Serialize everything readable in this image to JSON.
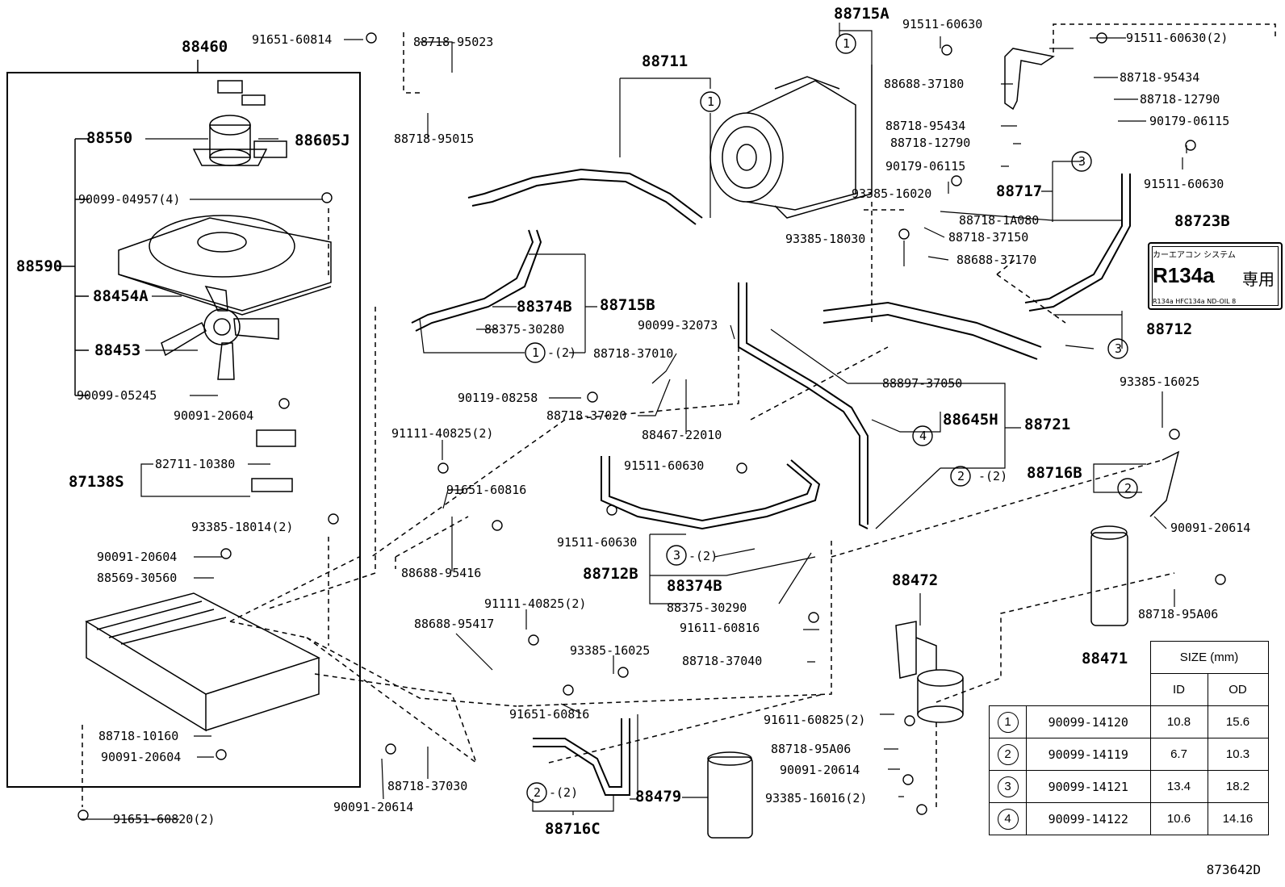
{
  "drawing_ref": "873642D",
  "label_tag": {
    "title": "カーエアコン システム",
    "refrigerant": "R134a",
    "note": "専用",
    "footer": "R134a HFC134a  ND-OIL 8"
  },
  "size_table": {
    "header": "SIZE (mm)",
    "col_id": "ID",
    "col_od": "OD",
    "rows": [
      {
        "mark": "1",
        "part": "90099-14120",
        "id": "10.8",
        "od": "15.6"
      },
      {
        "mark": "2",
        "part": "90099-14119",
        "id": "6.7",
        "od": "10.3"
      },
      {
        "mark": "3",
        "part": "90099-14121",
        "id": "13.4",
        "od": "18.2"
      },
      {
        "mark": "4",
        "part": "90099-14122",
        "id": "10.6",
        "od": "14.16"
      }
    ]
  },
  "labels": {
    "p88460": "88460",
    "p88550": "88550",
    "p88605J": "88605J",
    "p90099_04957": "90099-04957(4)",
    "p88590": "88590",
    "p88454A": "88454A",
    "p88453": "88453",
    "p90099_05245": "90099-05245",
    "p90091_20604a": "90091-20604",
    "p82711": "82711-10380",
    "p87138S": "87138S",
    "p93385_18014": "93385-18014(2)",
    "p90091_20604b": "90091-20604",
    "p88569": "88569-30560",
    "p88718_10160": "88718-10160",
    "p90091_20604c": "90091-20604",
    "p91651_60820": "91651-60820(2)",
    "p91651_60814": "91651-60814",
    "p88718_95023": "88718-95023",
    "p88718_95015": "88718-95015",
    "p88711": "88711",
    "p88374B_a": "88374B",
    "p88715B": "88715B",
    "p88375_30280": "88375-30280",
    "c1_2": "-(2)",
    "p88718_37010": "88718-37010",
    "p90099_32073": "90099-32073",
    "p90119": "90119-08258",
    "p88718_37020": "88718-37020",
    "p88467": "88467-22010",
    "p91111_a": "91111-40825(2)",
    "p91651_60816a": "91651-60816",
    "p88688_95416": "88688-95416",
    "p91511_60630a": "91511-60630",
    "p91511_60630b": "91511-60630",
    "p88712B": "88712B",
    "c3_2": "-(2)",
    "p88374B_b": "88374B",
    "p88375_30290": "88375-30290",
    "p91611_60816": "91611-60816",
    "p88718_37040": "88718-37040",
    "p88688_95417": "88688-95417",
    "p91111_b": "91111-40825(2)",
    "p93385_16025a": "93385-16025",
    "p91651_60816b": "91651-60816",
    "p90091_20614a": "90091-20614",
    "p88718_37030": "88718-37030",
    "c2_2a": "-(2)",
    "p88716C": "88716C",
    "p88479": "88479",
    "p88715A": "88715A",
    "p91511_60630c": "91511-60630",
    "p88688_37180": "88688-37180",
    "p91511_60630d": "91511-60630(2)",
    "p88718_95434a": "88718-95434",
    "p88718_12790a": "88718-12790",
    "p90179_a": "90179-06115",
    "p88718_95434b": "88718-95434",
    "p88718_12790b": "88718-12790",
    "p90179_b": "90179-06115",
    "p93385_16020": "93385-16020",
    "p88717": "88717",
    "p88718_1A080": "88718-1A080",
    "p91511_60630e": "91511-60630",
    "p93385_18030": "93385-18030",
    "p88718_37150": "88718-37150",
    "p88688_37170": "88688-37170",
    "p88723B": "88723B",
    "p88712": "88712",
    "p88897": "88897-37050",
    "p88645H": "88645H",
    "p88721": "88721",
    "c2_2b": "-(2)",
    "p93385_16025b": "93385-16025",
    "p88716B": "88716B",
    "p90091_20614b": "90091-20614",
    "p88718_95A06a": "88718-95A06",
    "p88471": "88471",
    "p88472": "88472",
    "p91611_60825": "91611-60825(2)",
    "p88718_95A06b": "88718-95A06",
    "p90091_20614c": "90091-20614",
    "p93385_16016": "93385-16016(2)",
    "m1": "1",
    "m2": "2",
    "m3": "3",
    "m4": "4"
  }
}
